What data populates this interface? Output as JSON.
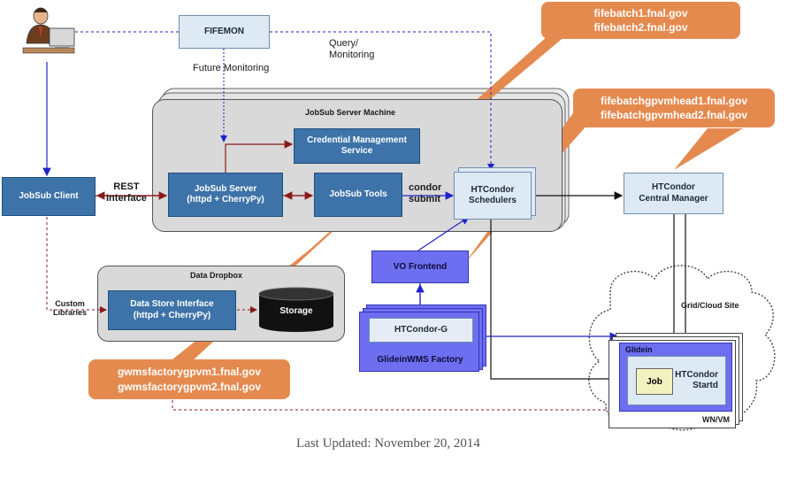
{
  "monitor": {
    "name": "FIFEMON",
    "future_label": "Future Monitoring",
    "query_label": "Query/ Monitoring"
  },
  "server_machine": {
    "title": "JobSub Server Machine"
  },
  "credential": {
    "label": "Credential Management Service"
  },
  "jobsub_server": {
    "line1": "JobSub Server",
    "line2": "(httpd + CherryPy)"
  },
  "jobsub_tools": {
    "label": "JobSub Tools"
  },
  "htcondor_schedulers": {
    "line1": "HTCondor",
    "line2": "Schedulers"
  },
  "central_manager": {
    "line1": "HTCondor",
    "line2": "Central Manager"
  },
  "jobsub_client": {
    "label": "JobSub Client"
  },
  "rest_label": {
    "line1": "REST",
    "line2": "Interface"
  },
  "condor_submit": {
    "line1": "condor",
    "line2": "submit"
  },
  "callouts": {
    "fifebatch": {
      "line1": "fifebatch1.fnal.gov",
      "line2": "fifebatch2.fnal.gov"
    },
    "gpvmhead": {
      "line1": "fifebatchgpvmhead1.fnal.gov",
      "line2": "fifebatchgpvmhead2.fnal.gov"
    },
    "factory": {
      "line1": "gwmsfactorygpvm1.fnal.gov",
      "line2": "gwmsfactorygpvm2.fnal.gov"
    }
  },
  "dropbox": {
    "title": "Data Dropbox",
    "interface_line1": "Data Store Interface",
    "interface_line2": "(httpd + CherryPy)",
    "storage": "Storage"
  },
  "custom_libraries": {
    "line1": "Custom",
    "line2": "Libraries"
  },
  "vo_frontend": {
    "label": "VO Frontend"
  },
  "glideinwms": {
    "inner": "HTCondor-G",
    "label": "GlideinWMS Factory"
  },
  "grid_site": {
    "title": "Grid/Cloud Site",
    "glidein": "Glidein",
    "job": "Job",
    "startd_line1": "HTCondor",
    "startd_line2": "Startd",
    "wn": "WN/VM"
  },
  "footer": {
    "updated": "Last Updated: November 20, 2014"
  },
  "colors": {
    "orange": "#e58a4f",
    "blue_box": "#3d73a8",
    "violet": "#6d6ff0",
    "maroon": "#8b1a1a"
  }
}
